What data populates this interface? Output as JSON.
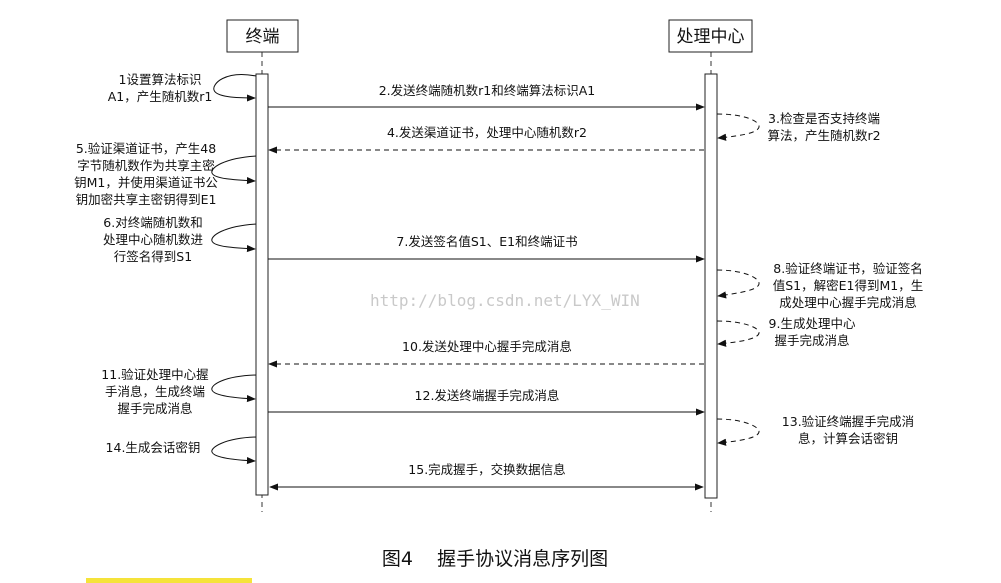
{
  "participants": {
    "terminal": "终端",
    "center": "处理中心"
  },
  "messages": [
    {
      "id": "m1",
      "text": "2.发送终端随机数r1和终端算法标识A1",
      "style": "solid"
    },
    {
      "id": "m2",
      "text": "4.发送渠道证书，处理中心随机数r2",
      "style": "dashed"
    },
    {
      "id": "m3",
      "text": "7.发送签名值S1、E1和终端证书",
      "style": "solid"
    },
    {
      "id": "m4",
      "text": "10.发送处理中心握手完成消息",
      "style": "dashed"
    },
    {
      "id": "m5",
      "text": "12.发送终端握手完成消息",
      "style": "solid"
    },
    {
      "id": "m6",
      "text": "15.完成握手，交换数据信息",
      "style": "double"
    }
  ],
  "left_notes": {
    "n1": [
      "1设置算法标识",
      "A1，产生随机数r1"
    ],
    "n5": [
      "5.验证渠道证书，产生48",
      "字节随机数作为共享主密",
      "钥M1，并使用渠道证书公",
      "钥加密共享主密钥得到E1"
    ],
    "n6": [
      "6.对终端随机数和",
      "处理中心随机数进",
      "行签名得到S1"
    ],
    "n11": [
      "11.验证处理中心握",
      "手消息，生成终端",
      "握手完成消息"
    ],
    "n14": [
      "14.生成会话密钥"
    ]
  },
  "right_notes": {
    "n3": [
      "3.检查是否支持终端",
      "算法，产生随机数r2"
    ],
    "n8": [
      "8.验证终端证书，验证签名",
      "值S1，解密E1得到M1，生",
      "成处理中心握手完成消息"
    ],
    "n9": [
      "9.生成处理中心",
      "握手完成消息"
    ],
    "n13": [
      "13.验证终端握手完成消",
      "息，计算会话密钥"
    ]
  },
  "watermark": "http://blog.csdn.net/LYX_WIN",
  "caption": "图4    握手协议消息序列图"
}
